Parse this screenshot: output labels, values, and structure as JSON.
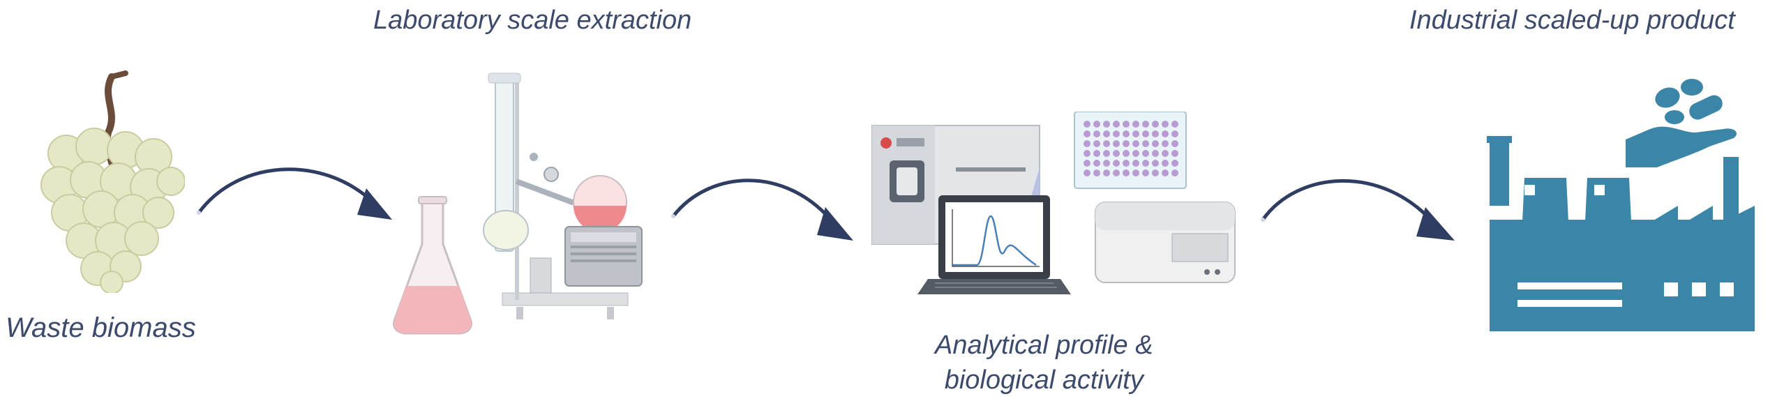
{
  "labels": {
    "waste": "Waste biomass",
    "lab": "Laboratory scale extraction",
    "analytical_line1": "Analytical profile &",
    "analytical_line2": "biological activity",
    "industrial": "Industrial scaled-up product"
  },
  "colors": {
    "text": "#3c4a6b",
    "arrow": "#2f3d63",
    "grape": "#e7e8c6",
    "flask_liquid": "#f2b6bb",
    "factory": "#3b86a8",
    "plate_wells": "#b79bd2"
  },
  "icons": [
    "grape-cluster-icon",
    "erlenmeyer-flask-icon",
    "rotary-evaporator-icon",
    "hplc-instrument-icon",
    "laptop-chromatogram-icon",
    "microplate-icon",
    "plate-reader-icon",
    "factory-icon",
    "hand-pills-icon"
  ]
}
